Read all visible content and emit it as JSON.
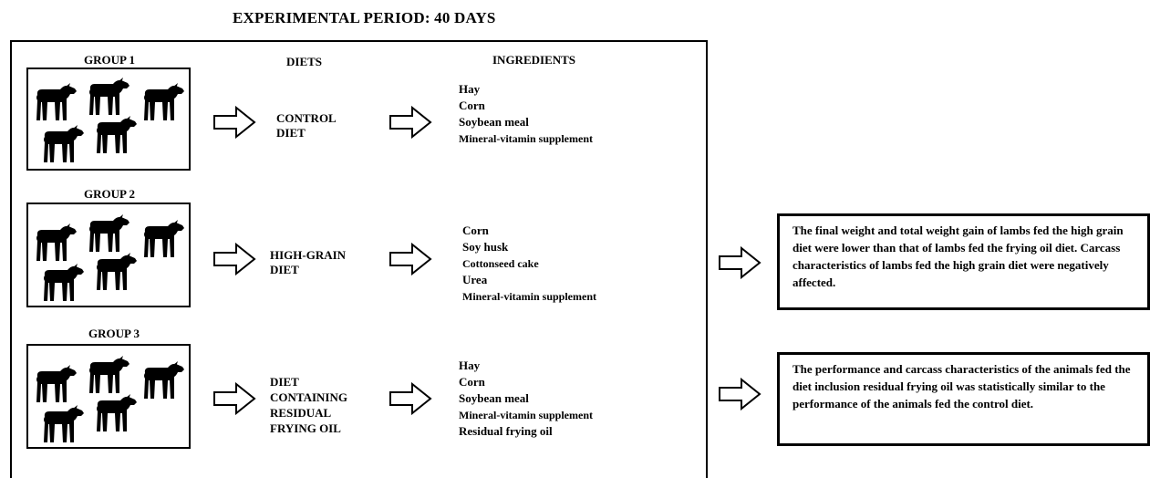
{
  "title": "EXPERIMENTAL PERIOD: 40 DAYS",
  "headers": {
    "diets": "DIETS",
    "ingredients": "INGREDIENTS"
  },
  "groups": [
    {
      "label": "GROUP 1",
      "animal_count": 5,
      "diet": "CONTROL\nDIET",
      "ingredients": [
        "Hay",
        "Corn",
        "Soybean meal",
        "Mineral-vitamin supplement"
      ]
    },
    {
      "label": "GROUP 2",
      "animal_count": 5,
      "diet": "HIGH-GRAIN\nDIET",
      "ingredients": [
        "Corn",
        "Soy husk",
        "Cottonseed cake",
        "Urea",
        "Mineral-vitamin supplement"
      ]
    },
    {
      "label": "GROUP 3",
      "animal_count": 5,
      "diet": "DIET\nCONTAINING\nRESIDUAL\nFRYING OIL",
      "ingredients": [
        "Hay",
        "Corn",
        "Soybean meal",
        "Mineral-vitamin supplement",
        "Residual frying oil"
      ]
    }
  ],
  "results": [
    "The final weight and total weight gain of lambs fed the high grain diet were lower than that of lambs fed the frying oil diet. Carcass characteristics of lambs fed the high grain diet were negatively affected.",
    "The performance and carcass characteristics of the animals fed the diet inclusion residual frying oil was statistically similar to the performance of the animals fed the control diet."
  ],
  "icons": {
    "animal": "sheep-icon",
    "arrow": "hollow-right-arrow-icon"
  }
}
